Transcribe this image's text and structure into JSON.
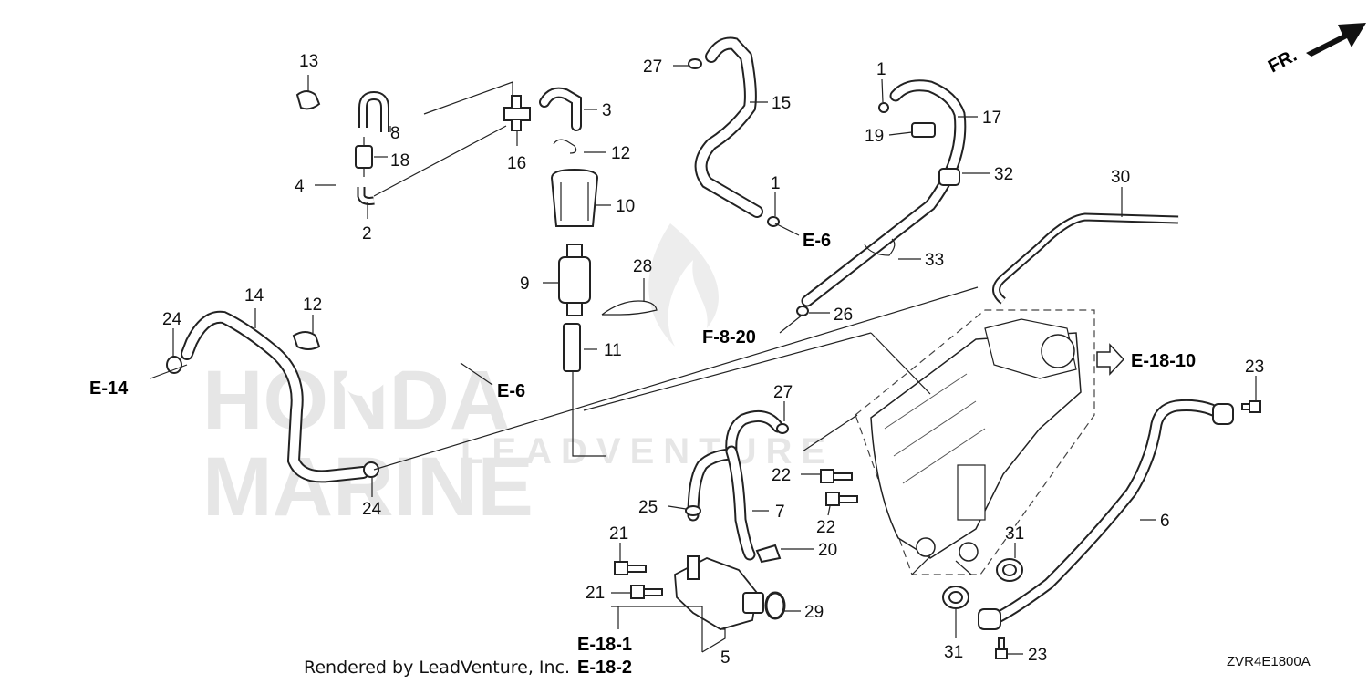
{
  "watermark": {
    "brand_line1": "HONDA",
    "brand_line2": "MARINE",
    "tagline": "LEADVENTURE"
  },
  "direction": {
    "label": "FR."
  },
  "callouts": [
    "13",
    "8",
    "18",
    "4",
    "2",
    "16",
    "3",
    "12",
    "10",
    "9",
    "28",
    "11",
    "14",
    "24",
    "12",
    "24",
    "27",
    "15",
    "1",
    "1",
    "17",
    "19",
    "32",
    "30",
    "33",
    "26",
    "27",
    "22",
    "22",
    "25",
    "7",
    "21",
    "21",
    "20",
    "29",
    "5",
    "31",
    "31",
    "6",
    "23",
    "23"
  ],
  "refs": {
    "e6_top": "E-6",
    "e6_left": "E-6",
    "e14": "E-14",
    "f820": "F-8-20",
    "e1810": "E-18-10",
    "e181": "E-18-1",
    "e182": "E-18-2"
  },
  "footer": {
    "rendered_by": "Rendered by LeadVenture, Inc.",
    "diagram_code": "ZVR4E1800A"
  },
  "colors": {
    "line": "#222222",
    "watermark": "#e6e6e6"
  }
}
